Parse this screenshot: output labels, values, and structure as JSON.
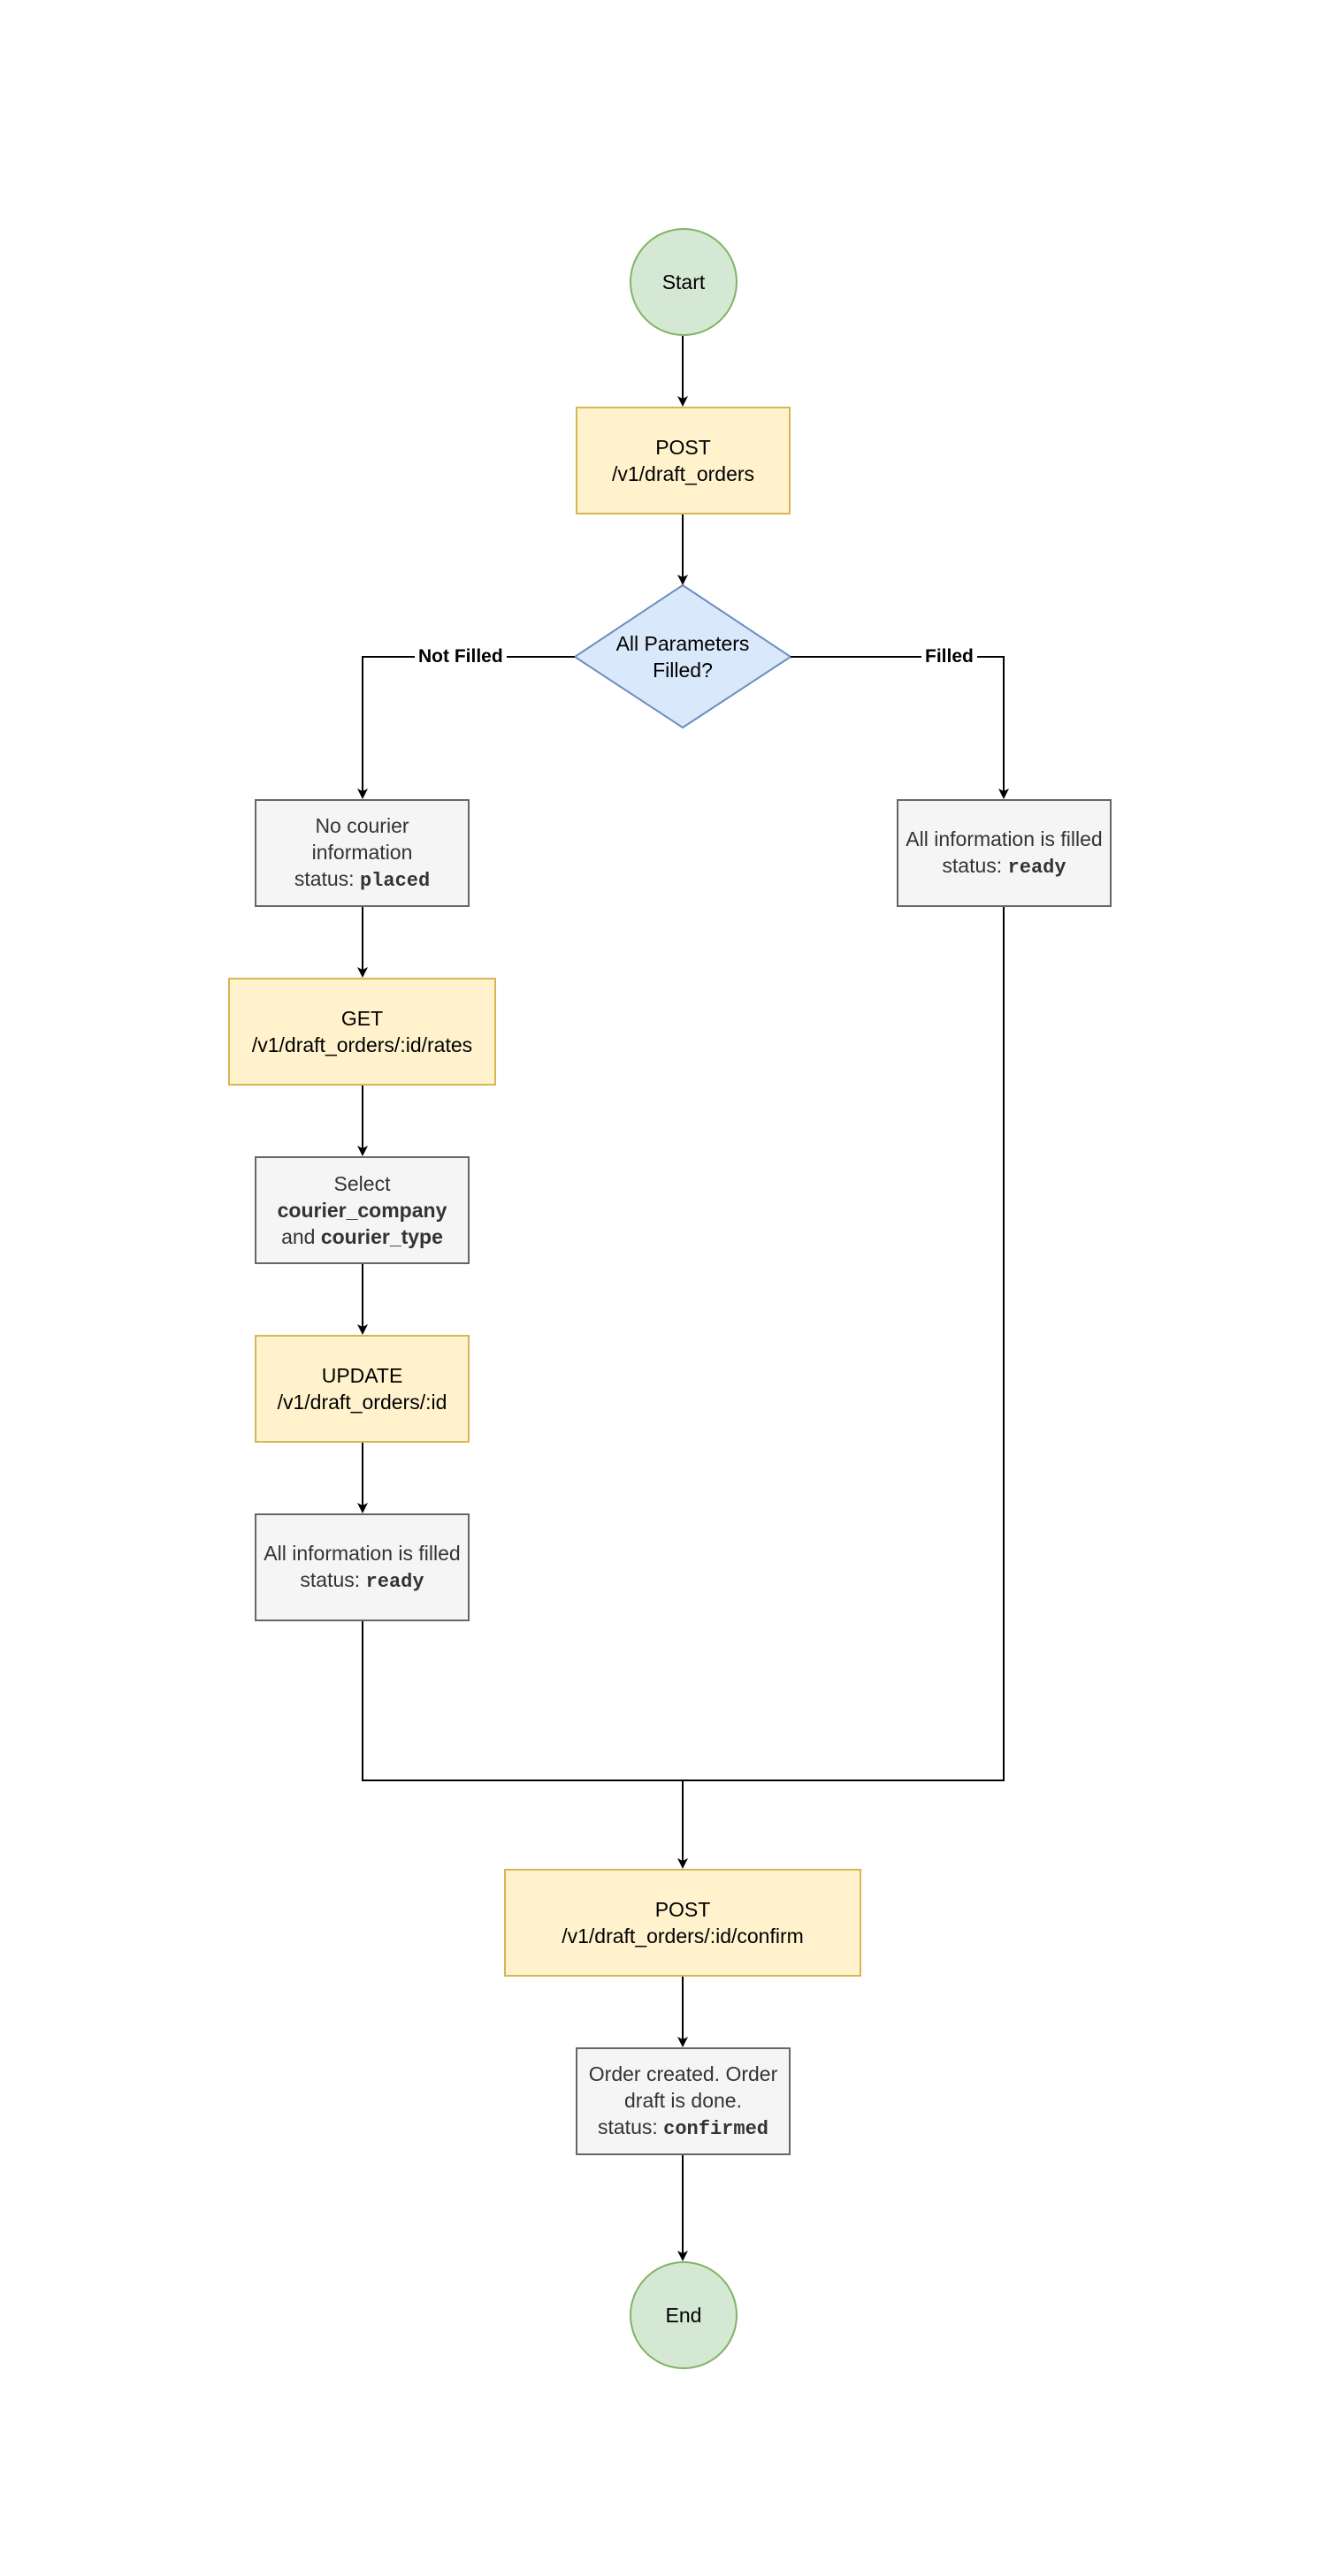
{
  "nodes": {
    "start": "Start",
    "post_drafts": {
      "line1": "POST",
      "line2": "/v1/draft_orders"
    },
    "decision": {
      "line1": "All Parameters",
      "line2": "Filled?"
    },
    "no_courier": {
      "line1": "No courier",
      "line2": "information",
      "status_prefix": "status: ",
      "status": "placed"
    },
    "filled_right": {
      "line1": "All information is filled",
      "status_prefix": "status: ",
      "status": "ready"
    },
    "get_rates": {
      "line1": "GET",
      "line2": "/v1/draft_orders/:id/rates"
    },
    "select": {
      "line1": "Select",
      "bold1": "courier_company",
      "and": "and ",
      "bold2": "courier_type"
    },
    "update": {
      "line1": "UPDATE",
      "line2": "/v1/draft_orders/:id"
    },
    "filled_left": {
      "line1": "All information is filled",
      "status_prefix": "status: ",
      "status": "ready"
    },
    "post_confirm": {
      "line1": "POST",
      "line2": "/v1/draft_orders/:id/confirm"
    },
    "order_created": {
      "line1": "Order created. Order",
      "line2": "draft is done.",
      "status_prefix": "status: ",
      "status": "confirmed"
    },
    "end": "End"
  },
  "edge_labels": {
    "not_filled": "Not Filled",
    "filled": "Filled"
  },
  "colors": {
    "terminal_fill": "#d5e8d4",
    "terminal_stroke": "#82b366",
    "api_fill": "#fff2cc",
    "api_stroke": "#d6b656",
    "info_fill": "#f5f5f5",
    "info_stroke": "#666666",
    "decision_fill": "#dae8fc",
    "decision_stroke": "#6c8ebf"
  }
}
